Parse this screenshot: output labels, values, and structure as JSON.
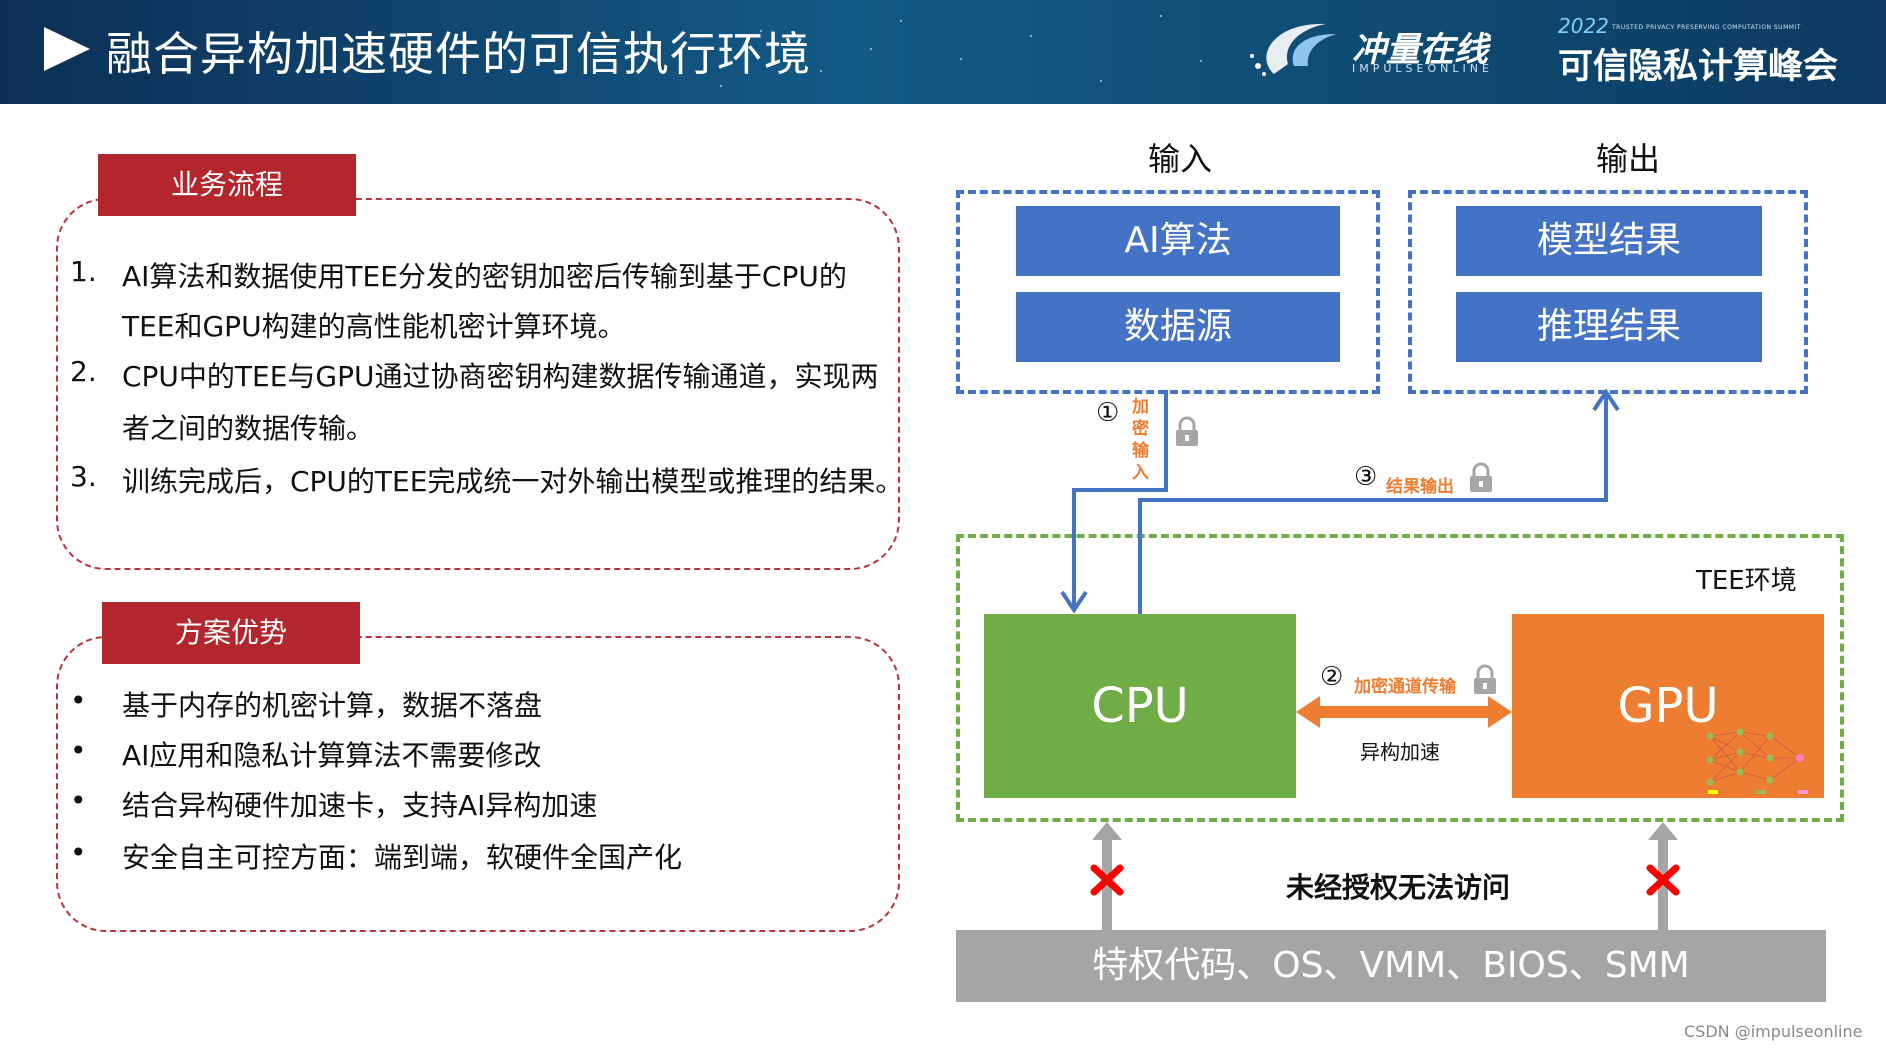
{
  "header": {
    "title": "融合异构加速硬件的可信执行环境",
    "logo_text": "冲量在线",
    "logo_sub": "IMPULSEONLINE",
    "summit_year": "2022",
    "summit_en": "TRUSTED PRIVACY PRESERVING COMPUTATION SUMMIT",
    "summit_zh": "可信隐私计算峰会"
  },
  "left": {
    "process": {
      "tab": "业务流程",
      "items": [
        {
          "num": "1.",
          "lines": [
            "AI算法和数据使用TEE分发的密钥加密后传输到基于CPU的",
            "TEE和GPU构建的高性能机密计算环境。"
          ]
        },
        {
          "num": "2.",
          "lines": [
            "CPU中的TEE与GPU通过协商密钥构建数据传输通道，实现两",
            "者之间的数据传输。"
          ]
        },
        {
          "num": "3.",
          "lines": [
            "训练完成后，CPU的TEE完成统一对外输出模型或推理的结果。"
          ]
        }
      ]
    },
    "advantages": {
      "tab": "方案优势",
      "bullet": "•",
      "items": [
        "基于内存的机密计算，数据不落盘",
        "AI应用和隐私计算算法不需要修改",
        "结合异构硬件加速卡，支持AI异构加速",
        "安全自主可控方面：端到端，软硬件全国产化"
      ]
    }
  },
  "diagram": {
    "input_label": "输入",
    "output_label": "输出",
    "input_items": [
      "AI算法",
      "数据源"
    ],
    "output_items": [
      "模型结果",
      "推理结果"
    ],
    "step1_num": "①",
    "step1_text": [
      "加",
      "密",
      "输",
      "入"
    ],
    "step3_num": "③",
    "step3_text": "结果输出",
    "tee_label": "TEE环境",
    "cpu_label": "CPU",
    "gpu_label": "GPU",
    "step2_num": "②",
    "step2_text": "加密通道传输",
    "hetero_label": "异构加速",
    "unauthorized_label": "未经授权无法访问",
    "privileged_label": "特权代码、OS、VMM、BIOS、SMM"
  },
  "colors": {
    "blue": "#4472c4",
    "green": "#70ad47",
    "orange": "#ed7d31",
    "red": "#b3262d",
    "gray": "#a5a5a5",
    "lock": "#a6a6a6"
  },
  "watermark": "CSDN @impulseonline"
}
